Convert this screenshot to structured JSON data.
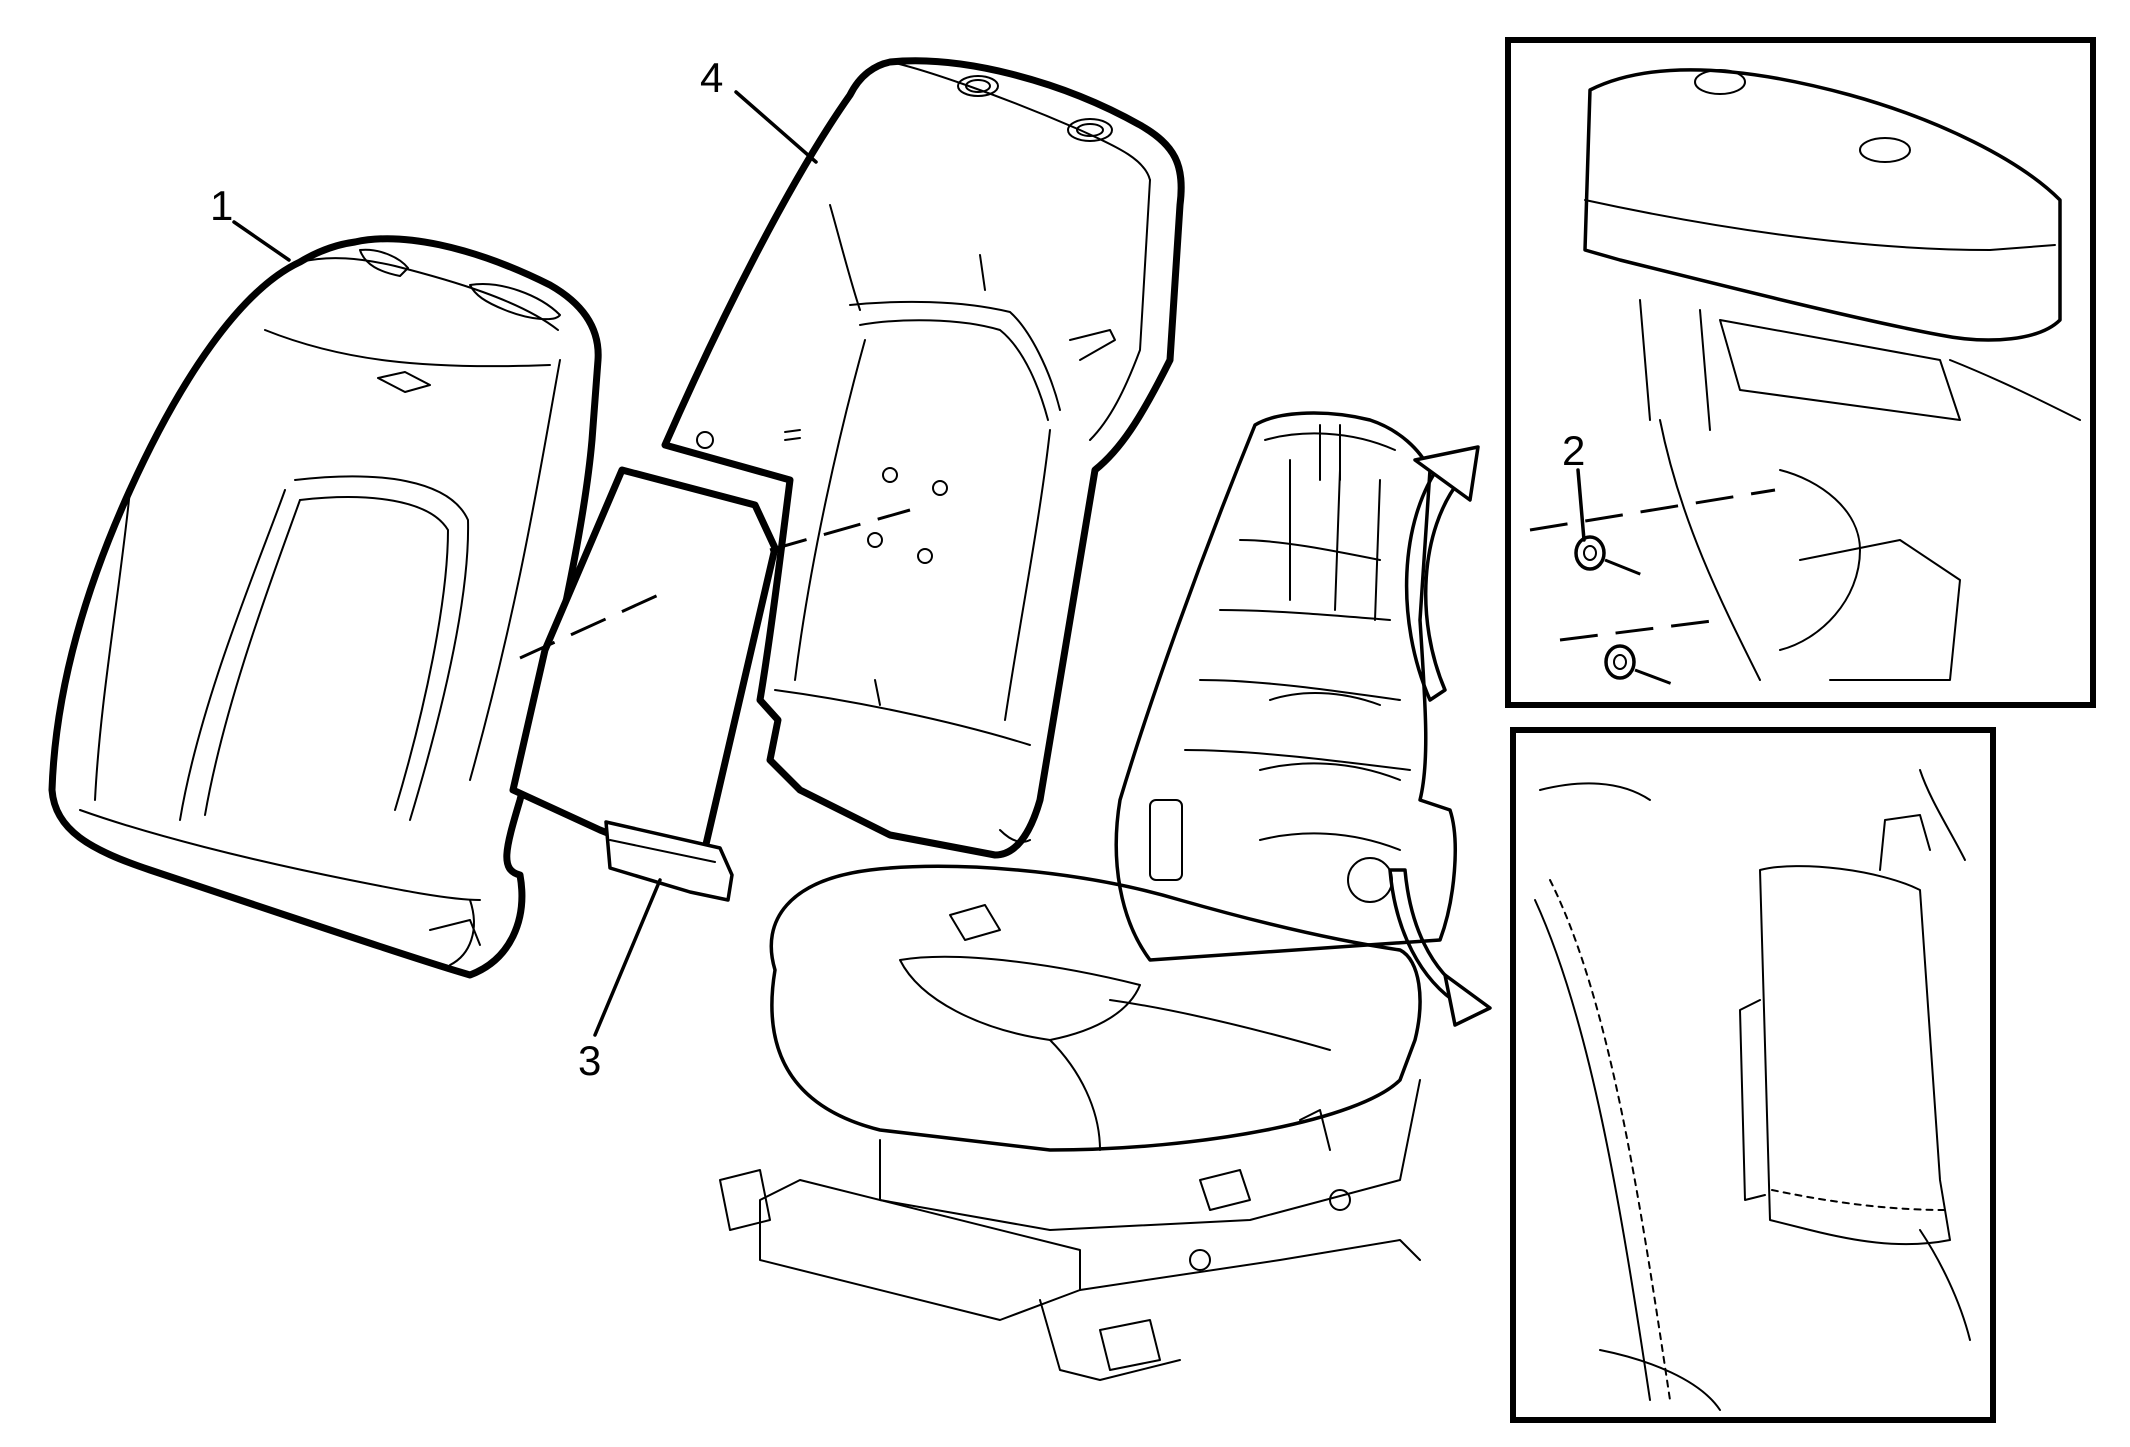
{
  "callouts": [
    {
      "id": "1",
      "text": "1"
    },
    {
      "id": "2",
      "text": "2"
    },
    {
      "id": "3",
      "text": "3"
    },
    {
      "id": "4",
      "text": "4"
    }
  ],
  "views": {
    "main": "exploded-seat-back",
    "inset_top": "headrest-guide-clip-detail",
    "inset_bottom": "side-trim-pocket-detail"
  },
  "colors": {
    "line": "#000000",
    "background": "#ffffff"
  }
}
